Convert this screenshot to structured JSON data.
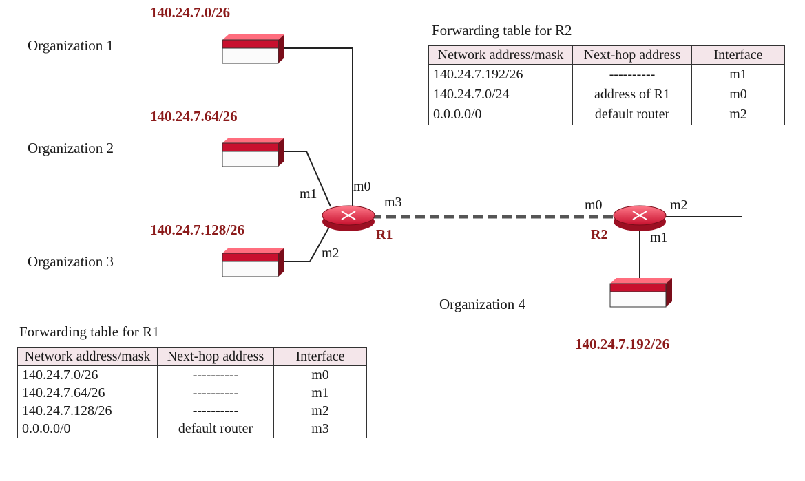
{
  "organizations": [
    {
      "label": "Organization 1",
      "address": "140.24.7.0/26"
    },
    {
      "label": "Organization 2",
      "address": "140.24.7.64/26"
    },
    {
      "label": "Organization 3",
      "address": "140.24.7.128/26"
    },
    {
      "label": "Organization 4",
      "address": "140.24.7.192/26"
    }
  ],
  "routers": {
    "r1": {
      "name": "R1",
      "interfaces": [
        "m0",
        "m1",
        "m2",
        "m3"
      ]
    },
    "r2": {
      "name": "R2",
      "interfaces": [
        "m0",
        "m1",
        "m2"
      ]
    }
  },
  "table_r2": {
    "caption": "Forwarding table for R2",
    "headers": [
      "Network address/mask",
      "Next-hop address",
      "Interface"
    ],
    "rows": [
      [
        "140.24.7.192/26",
        "----------",
        "m1"
      ],
      [
        "140.24.7.0/24",
        "address of R1",
        "m0"
      ],
      [
        "0.0.0.0/0",
        "default router",
        "m2"
      ]
    ]
  },
  "table_r1": {
    "caption": "Forwarding table for R1",
    "headers": [
      "Network address/mask",
      "Next-hop address",
      "Interface"
    ],
    "rows": [
      [
        "140.24.7.0/26",
        "----------",
        "m0"
      ],
      [
        "140.24.7.64/26",
        "----------",
        "m1"
      ],
      [
        "140.24.7.128/26",
        "----------",
        "m2"
      ],
      [
        "0.0.0.0/0",
        "default router",
        "m3"
      ]
    ]
  },
  "colors": {
    "accent": "#8b1a1a",
    "router": "#e8334a",
    "box": "#c8102e",
    "header_bg": "#f4e6ea"
  }
}
